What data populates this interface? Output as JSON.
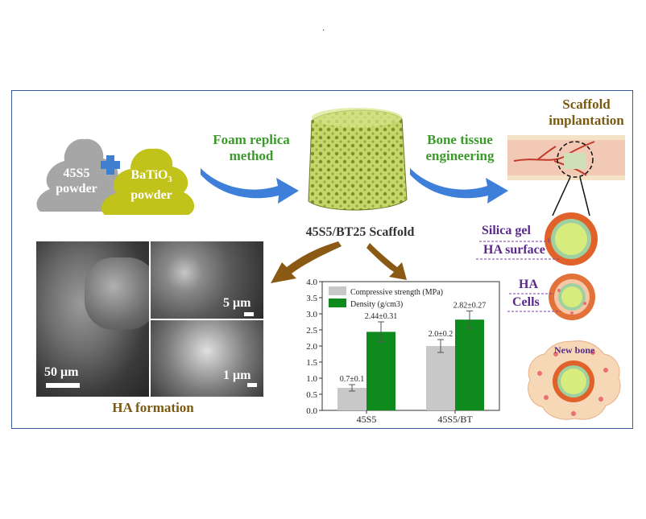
{
  "top_dot": ".",
  "powder_left": {
    "line1": "45S5",
    "line2": "powder"
  },
  "powder_right": {
    "line1": "BaTiO",
    "sub": "3",
    "line2": "powder"
  },
  "method_label": {
    "line1": "Foam replica",
    "line2": "method"
  },
  "scaffold_label": "45S5/BT25 Scaffold",
  "bone_label": {
    "line1": "Bone tissue",
    "line2": "engineering"
  },
  "implant_label": {
    "line1": "Scaffold",
    "line2": "implantation"
  },
  "sem": {
    "scale1": "50 μm",
    "scale2": "5 μm",
    "scale3": "1 μm"
  },
  "ha_formation": "HA formation",
  "layers": {
    "silica": "Silica gel",
    "ha_surface": "HA surface",
    "ha": "HA",
    "cells": "Cells",
    "new_bone": "New bone"
  },
  "colors": {
    "gray_powder": "#a7a6a6",
    "olive_powder": "#c1c21a",
    "green_text": "#3a9a2a",
    "brown_text": "#7a5a10",
    "purple_text": "#5a2a8a",
    "bar_gray": "#c8c8c8",
    "bar_green": "#0f8a1c"
  },
  "chart_data": {
    "type": "bar",
    "categories": [
      "45S5",
      "45S5/BT"
    ],
    "series": [
      {
        "name": "Compressive strength (MPa)",
        "values": [
          0.7,
          2.0
        ],
        "errors": [
          0.1,
          0.2
        ],
        "labels": [
          "0.7±0.1",
          "2.0±0.2"
        ],
        "color": "#c8c8c8"
      },
      {
        "name": "Density (g/cm3)",
        "values": [
          2.44,
          2.82
        ],
        "errors": [
          0.31,
          0.27
        ],
        "labels": [
          "2.44±0.31",
          "2.82±0.27"
        ],
        "color": "#0f8a1c"
      }
    ],
    "ylim": [
      0,
      4.0
    ],
    "yticks": [
      "0.0",
      "0.5",
      "1.0",
      "1.5",
      "2.0",
      "2.5",
      "3.0",
      "3.5",
      "4.0"
    ],
    "legend": "top-left"
  }
}
